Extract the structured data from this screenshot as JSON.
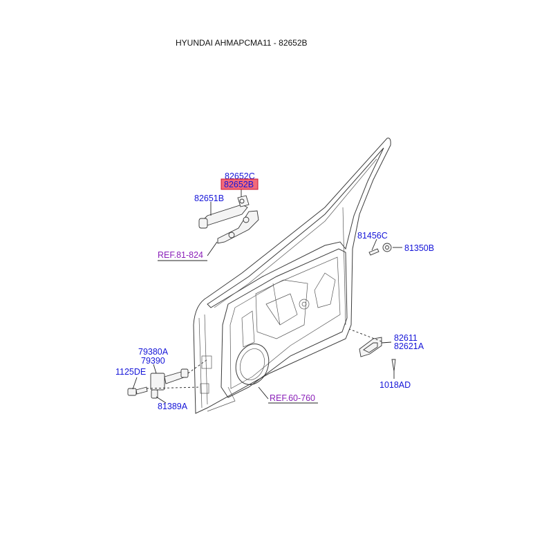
{
  "title": "HYUNDAI AHMAPCMA11 - 82652B",
  "colors": {
    "label": "#1414d8",
    "reference": "#8a1fb8",
    "highlight_fill": "#f26a7a",
    "highlight_border": "#c8102e"
  },
  "labels": {
    "p82652C": "82652C",
    "p82652B": "82652B",
    "p82651B": "82651B",
    "p81456C": "81456C",
    "p81350B": "81350B",
    "p82611": "82611",
    "p82621A": "82621A",
    "p1018AD": "1018AD",
    "p79380A": "79380A",
    "p79390": "79390",
    "p1125DE": "1125DE",
    "p81389A": "81389A"
  },
  "references": {
    "ref_81_824": "REF.81-824",
    "ref_60_760": "REF.60-760"
  },
  "highlighted_part": "82652B"
}
